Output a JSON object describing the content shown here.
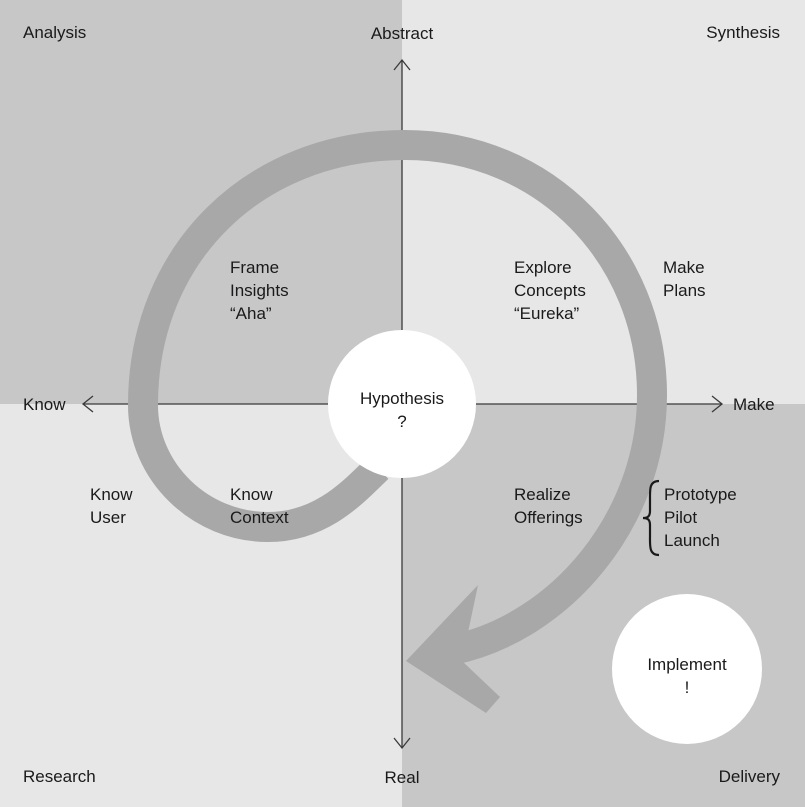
{
  "colors": {
    "quadrant_dark": "#c7c7c8",
    "quadrant_light": "#e7e7e8",
    "spiral": "#a8a8a9",
    "axis": "#3a3a3a",
    "text": "#1a1a1a",
    "circle": "#ffffff"
  },
  "corners": {
    "top_left": "Analysis",
    "top_right": "Synthesis",
    "bottom_left": "Research",
    "bottom_right": "Delivery"
  },
  "axes": {
    "top": "Abstract",
    "bottom": "Real",
    "left": "Know",
    "right": "Make"
  },
  "stages": {
    "frame": [
      "Frame",
      "Insights",
      "“Aha”"
    ],
    "explore": [
      "Explore",
      "Concepts",
      "“Eureka”"
    ],
    "make_plans": [
      "Make",
      "Plans"
    ],
    "know_user": [
      "Know",
      "User"
    ],
    "know_context": [
      "Know",
      "Context"
    ],
    "realize": [
      "Realize",
      "Offerings"
    ],
    "delivery_steps": [
      "Prototype",
      "Pilot",
      "Launch"
    ]
  },
  "hypothesis": {
    "title": "Hypothesis",
    "mark": "?"
  },
  "implement": {
    "title": "Implement",
    "mark": "!"
  },
  "icons": {
    "spiral": "spiral-arrow-icon",
    "brace": "curly-brace-icon"
  }
}
